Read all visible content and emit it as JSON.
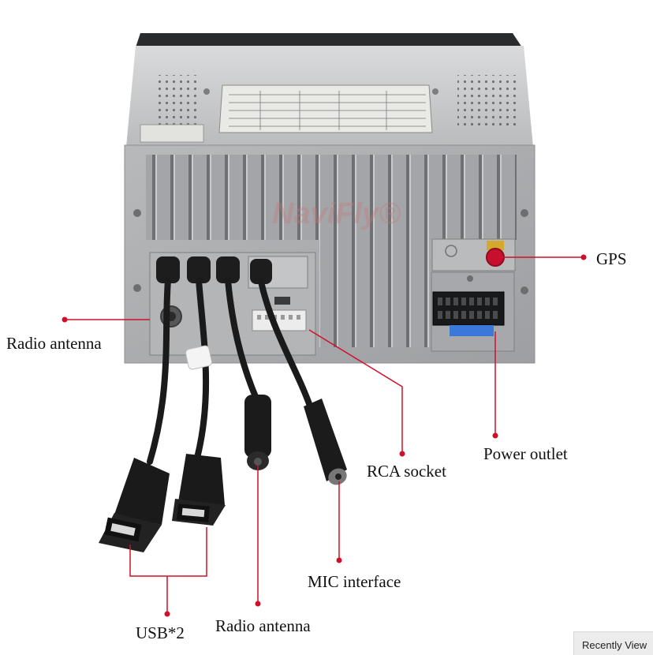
{
  "labels": {
    "gps": "GPS",
    "radio_antenna_left": "Radio antenna",
    "rca_socket": "RCA socket",
    "power_outlet": "Power outlet",
    "mic_interface": "MIC interface",
    "usb": "USB*2",
    "radio_antenna_bottom": "Radio antenna"
  },
  "watermark": "NaviFly®",
  "recently_viewed": "Recently View",
  "colors": {
    "callout": "#d0102a",
    "housing": "#a9abad",
    "cable": "#1a1a1a",
    "gps_connector": "#c8102e",
    "fuse": "#3c78d8"
  }
}
